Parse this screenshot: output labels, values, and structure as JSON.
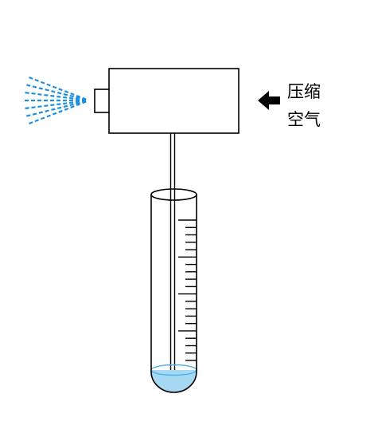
{
  "labels": {
    "compressed_air_line1": "压缩",
    "compressed_air_line2": "空气"
  },
  "colors": {
    "outline": "#000000",
    "spray": "#1E8FE0",
    "liquid": "#A6D7F3",
    "liquid_surface": "#4FB3E8",
    "background": "#FFFFFF"
  },
  "icons": {
    "air_arrow": "arrow-left-icon",
    "spray": "spray-mist-icon"
  },
  "test_tube": {
    "graduation_count": 20
  }
}
